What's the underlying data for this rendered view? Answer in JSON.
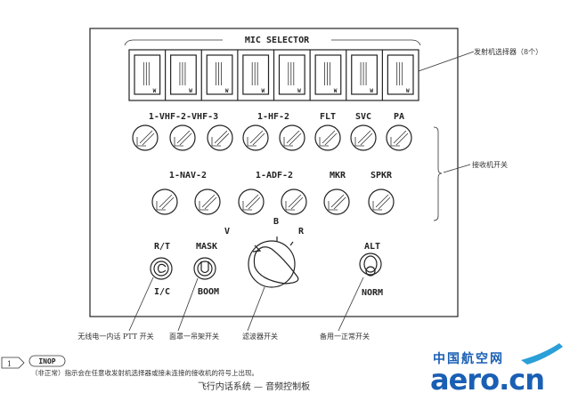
{
  "panel": {
    "mic_selector_title": "MIC SELECTOR",
    "mic_selector_count": 8,
    "selector_key_letter": "W",
    "receiver_row1_labels": [
      "1-VHF-2-VHF-3",
      "1-HF-2",
      "FLT",
      "SVC",
      "PA"
    ],
    "receiver_row1_count": 8,
    "receiver_row2_labels": [
      "1-NAV-2",
      "1-ADF-2",
      "MKR",
      "SPKR"
    ],
    "receiver_row2_count": 6,
    "rt_switch": {
      "top": "R/T",
      "bottom": "I/C"
    },
    "mask_switch": {
      "top": "MASK",
      "bottom": "BOOM"
    },
    "filter_knob": {
      "positions": [
        "V",
        "B",
        "R"
      ]
    },
    "alt_switch": {
      "top": "ALT",
      "bottom": "NORM"
    }
  },
  "callouts": {
    "transmitter_selectors": "发射机选择器（8个）",
    "receiver_switches": "接收机开关",
    "ptt_switch": "无线电一内话 PTT 开关",
    "mask_boom_switch": "面罩一吊架开关",
    "filter_switch": "滤波器开关",
    "alt_norm_switch": "备用一正常开关"
  },
  "footnote": {
    "number": "1",
    "badge": "INOP",
    "text": "（非正常）指示会在任意收发射机选择器或接未连接的接收机的符号上出现。"
  },
  "caption": "飞行内话系统 — 音频控制板",
  "logo": {
    "cn": "中国航空网",
    "en": "aero.cn",
    "color": "#1a5fb4",
    "accent": "#2a9fd8"
  }
}
